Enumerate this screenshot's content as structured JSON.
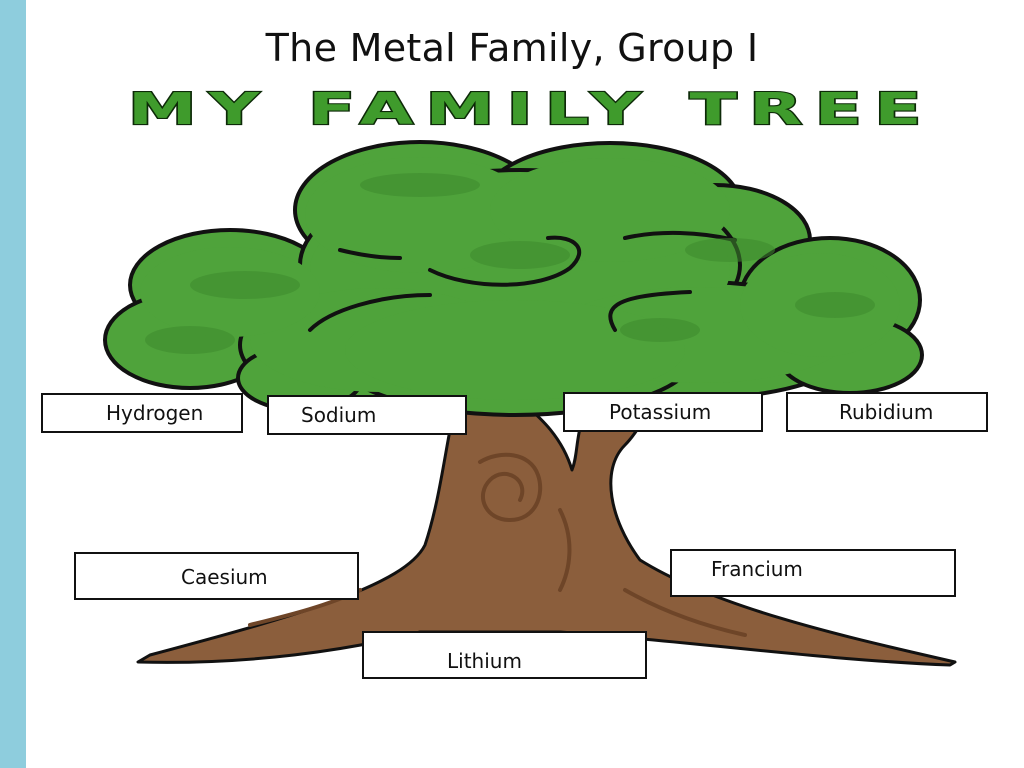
{
  "slide": {
    "title": "The Metal Family, Group I",
    "banner": "MY FAMILY TREE"
  },
  "labels": {
    "hydrogen": "Hydrogen",
    "sodium": "Sodium",
    "potassium": "Potassium",
    "rubidium": "Rubidium",
    "caesium": "Caesium",
    "francium": "Francium",
    "lithium": "Lithium"
  },
  "colors": {
    "accent_bar": "#8ecddd",
    "foliage": "#4fa33b",
    "trunk": "#8b5e3c",
    "banner_fill": "#3f9b2c"
  }
}
